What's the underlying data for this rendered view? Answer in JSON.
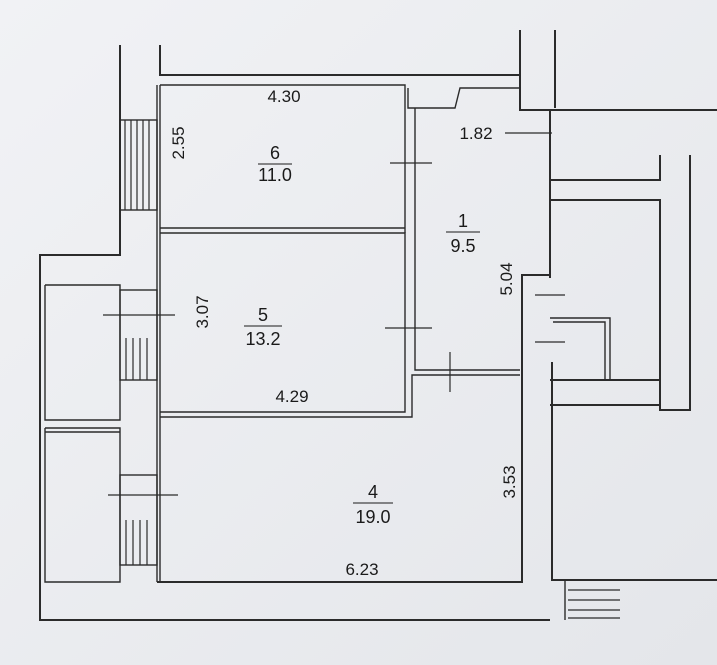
{
  "rooms": [
    {
      "number": "6",
      "area": "11.0"
    },
    {
      "number": "5",
      "area": "13.2"
    },
    {
      "number": "1",
      "area": "9.5"
    },
    {
      "number": "4",
      "area": "19.0"
    }
  ],
  "dimensions": {
    "room6_width": "4.30",
    "room6_length": "2.55",
    "room5_length": "3.07",
    "room5_width": "4.29",
    "hall_width": "1.82",
    "hall_length": "5.04",
    "room4_length": "3.53",
    "room4_width": "6.23"
  }
}
